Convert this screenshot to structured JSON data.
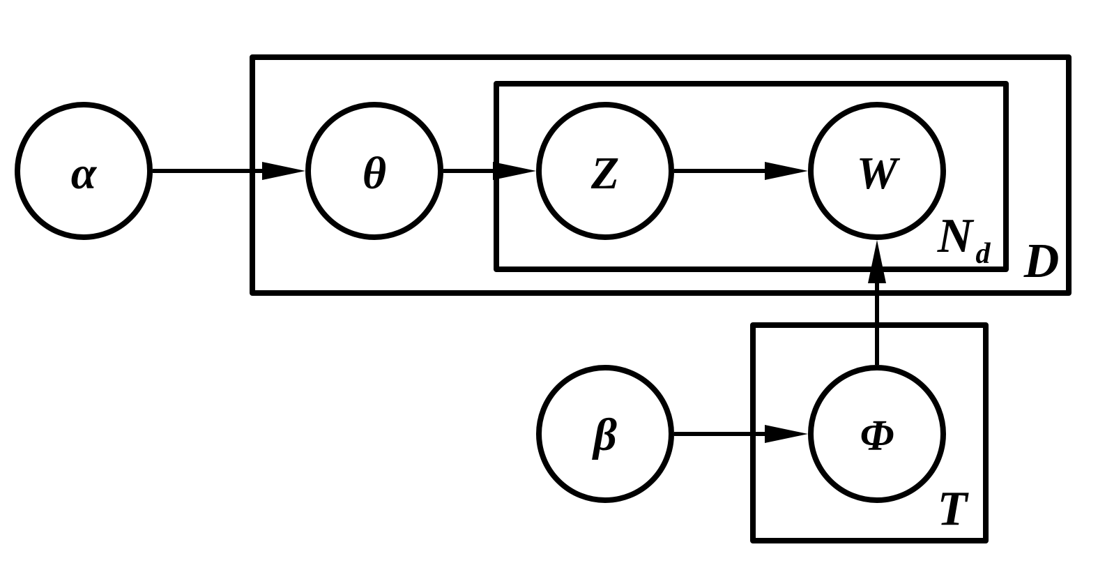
{
  "diagram": {
    "type": "plate-notation",
    "colors": {
      "stroke": "#000000",
      "background": "#ffffff"
    },
    "nodes": [
      {
        "id": "alpha",
        "label": "α"
      },
      {
        "id": "theta",
        "label": "θ"
      },
      {
        "id": "z",
        "label": "Z"
      },
      {
        "id": "w",
        "label": "W"
      },
      {
        "id": "beta",
        "label": "β"
      },
      {
        "id": "phi",
        "label": "Φ"
      }
    ],
    "edges": [
      {
        "from": "alpha",
        "to": "theta"
      },
      {
        "from": "theta",
        "to": "z"
      },
      {
        "from": "z",
        "to": "w"
      },
      {
        "from": "beta",
        "to": "phi"
      },
      {
        "from": "phi",
        "to": "w"
      }
    ],
    "plates": [
      {
        "id": "D",
        "label": "D",
        "contains": [
          "theta",
          "z",
          "w"
        ]
      },
      {
        "id": "Nd",
        "label": "N",
        "subscript": "d",
        "contains": [
          "z",
          "w"
        ]
      },
      {
        "id": "T",
        "label": "T",
        "contains": [
          "phi"
        ]
      }
    ]
  }
}
